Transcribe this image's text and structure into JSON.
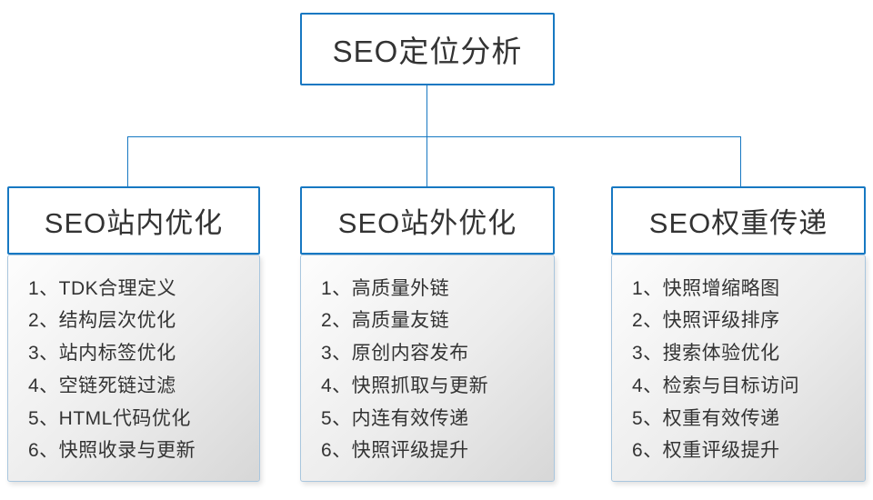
{
  "root": {
    "title": "SEO定位分析"
  },
  "columns": [
    {
      "title": "SEO站内优化",
      "items": [
        "1、TDK合理定义",
        "2、结构层次优化",
        "3、站内标签优化",
        "4、空链死链过滤",
        "5、HTML代码优化",
        "6、快照收录与更新"
      ]
    },
    {
      "title": "SEO站外优化",
      "items": [
        "1、高质量外链",
        "2、高质量友链",
        "3、原创内容发布",
        "4、快照抓取与更新",
        "5、内连有效传递",
        "6、快照评级提升"
      ]
    },
    {
      "title": "SEO权重传递",
      "items": [
        "1、快照增缩略图",
        "2、快照评级排序",
        "3、搜索体验优化",
        "4、检索与目标访问",
        "5、权重有效传递",
        "6、权重评级提升"
      ]
    }
  ],
  "colors": {
    "line_and_border": "#1778c2",
    "text": "#333333",
    "list_gradient_start": "#fdfdfd",
    "list_gradient_end": "#d7d7d7"
  }
}
